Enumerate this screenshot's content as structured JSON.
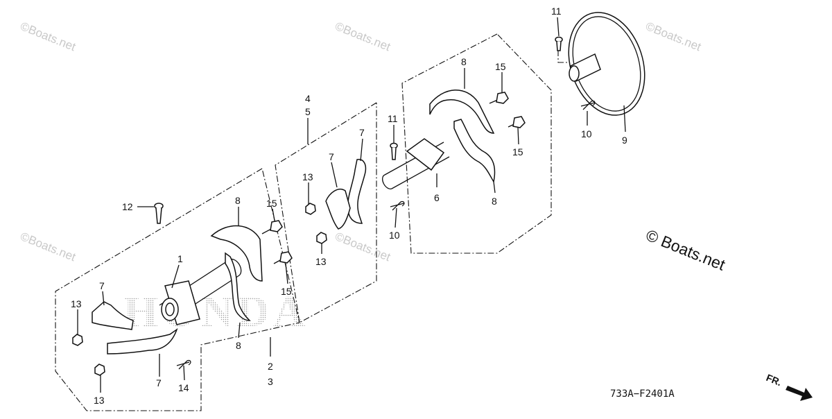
{
  "watermarks": {
    "small": "©Boats.net",
    "big": "© Boats.net"
  },
  "brand_text": "HONDA",
  "part_numbers": [
    "1",
    "2",
    "3",
    "4",
    "5",
    "6",
    "7",
    "7",
    "7",
    "7",
    "8",
    "8",
    "8",
    "8",
    "9",
    "10",
    "10",
    "11",
    "11",
    "12",
    "13",
    "13",
    "13",
    "13",
    "14",
    "15",
    "15",
    "15",
    "15"
  ],
  "figure_code": "733A−F2401A",
  "direction": "FR.",
  "colors": {
    "ink": "#111111",
    "watermark": "#c9c9c9",
    "brand_dots": "#9a9a9a"
  }
}
